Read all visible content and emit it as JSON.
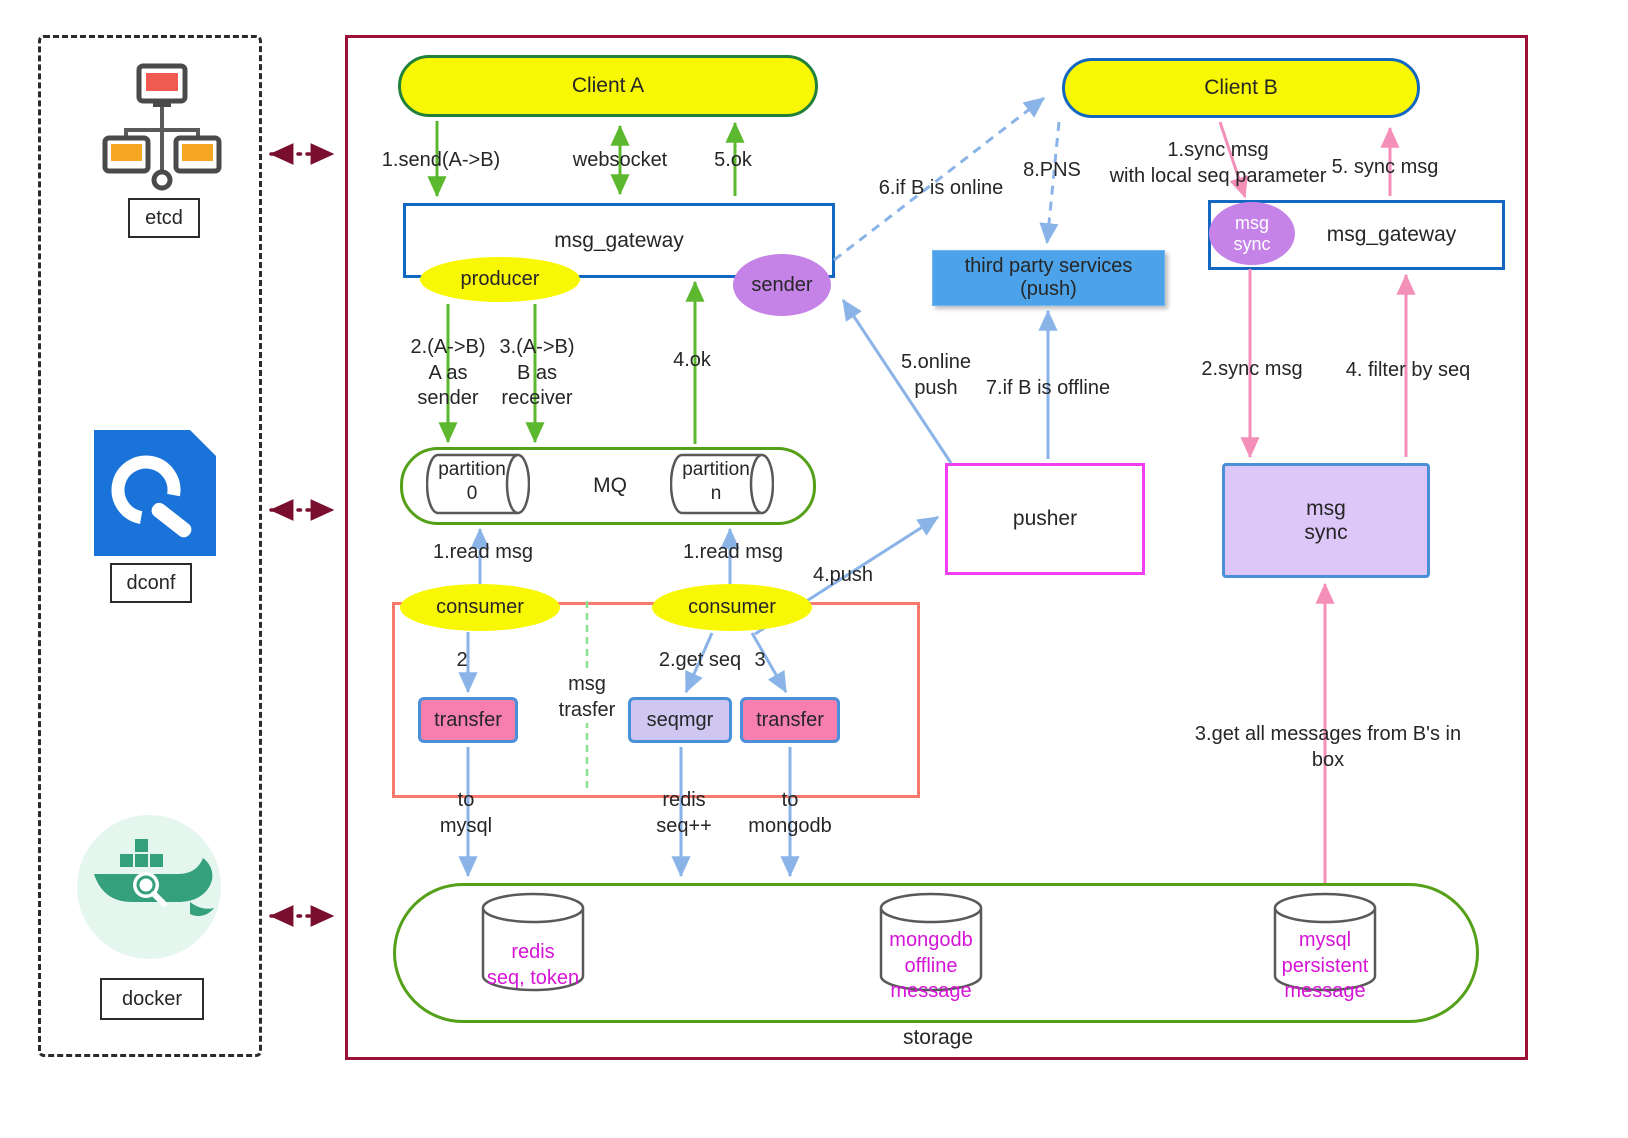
{
  "colors": {
    "flow_green": "#5cb82f",
    "flow_blue": "#8ab4e8",
    "flow_pink": "#f48fb8",
    "boundary_maroon": "#9c1038",
    "node_yellow": "#f8f804",
    "node_purple": "#c583e8",
    "node_pink": "#f77fb0",
    "node_lavender": "#d8c6f5",
    "third_party_blue": "#4da3ea",
    "storage_text_magenta": "#d614d6",
    "container_green": "#55a019",
    "gateway_blue": "#1467c0",
    "pusher_magenta": "#f03ef0",
    "group_red": "#f87a6e"
  },
  "left_panel": {
    "etcd_label": "etcd",
    "dconf_label": "dconf",
    "docker_label": "docker"
  },
  "nodes": {
    "client_a": "Client A",
    "client_b": "Client B",
    "gateway_left": "msg_gateway",
    "gateway_right": "msg_gateway",
    "producer": "producer",
    "sender": "sender",
    "msg_sync_badge": "msg\nsync",
    "mq": "MQ",
    "partition_0": "partition\n0",
    "partition_n": "partition\nn",
    "consumer_left": "consumer",
    "consumer_right": "consumer",
    "transfer_left": "transfer",
    "seqmgr": "seqmgr",
    "transfer_right": "transfer",
    "msg_trasfer_note": "msg\ntrasfer",
    "pusher": "pusher",
    "third_party": "third party services\n(push)",
    "msg_sync_box": "msg\nsync",
    "storage": "storage",
    "redis": "redis\nseq, token",
    "mongodb": "mongodb\noffline\nmessage",
    "mysql": "mysql\npersistent\nmessage"
  },
  "edge_labels": {
    "send": "1.send(A->B)",
    "websocket": "websocket",
    "ok5": "5.ok",
    "a_as_sender": "2.(A->B)\nA as\nsender",
    "b_as_receiver": "3.(A->B)\nB as\nreceiver",
    "ok4": "4.ok",
    "read_msg_left": "1.read msg",
    "read_msg_right": "1.read msg",
    "step2": "2",
    "get_seq": "2.get seq",
    "step3": "3",
    "to_mysql": "to\nmysql",
    "redis_seq": "redis\nseq++",
    "to_mongodb": "to\nmongodb",
    "push4": "4.push",
    "online_push": "5.online\npush",
    "if_online": "6.if B is online",
    "if_offline": "7.if B is offline",
    "pns": "8.PNS",
    "sync_local": "1.sync msg\nwith local seq parameter",
    "sync_msg5": "5. sync msg",
    "sync_msg2": "2.sync msg",
    "filter_seq": "4. filter by seq",
    "get_all": "3.get all messages from B's in box"
  }
}
